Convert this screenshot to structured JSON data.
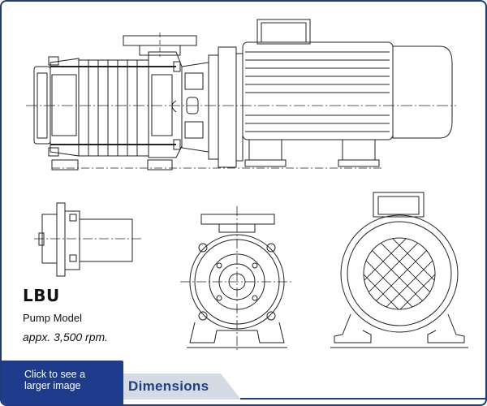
{
  "model": {
    "name": "LBU",
    "type": "Pump Model",
    "speed": "appx. 3,500 rpm."
  },
  "footer": {
    "enlarge_label": "Click to see a larger image",
    "dimensions_tab": "Dimensions"
  },
  "colors": {
    "frame_border": "#1f3a7a",
    "enlarge_bg": "#1f3c8c",
    "tab_bg": "#d5dbe4",
    "tab_text": "#1e3f86",
    "line_art": "#222222"
  }
}
